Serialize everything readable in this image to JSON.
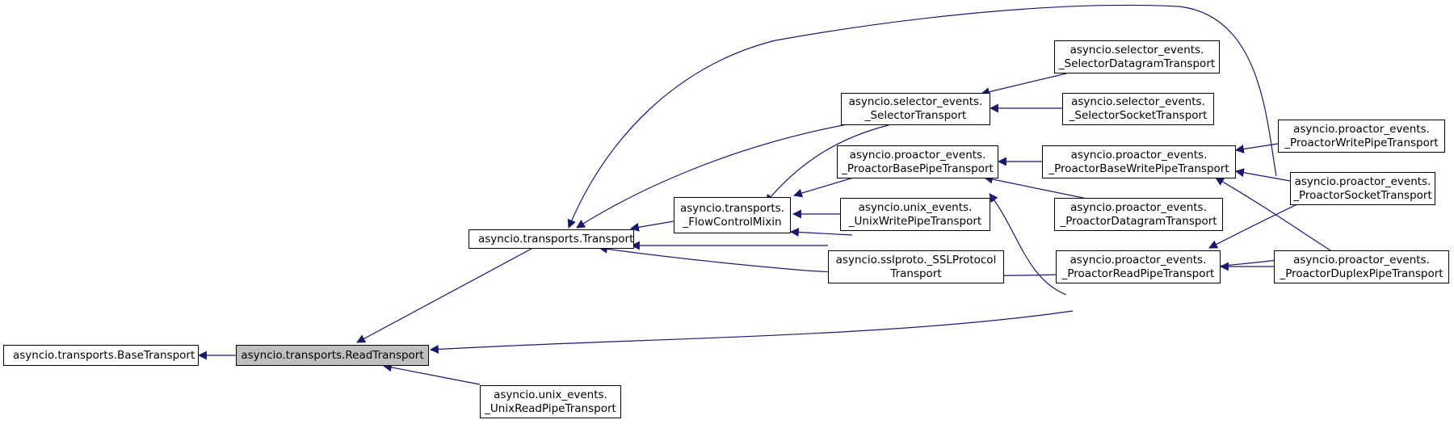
{
  "colors": {
    "edge": "#191970",
    "node_border": "#000000",
    "current_fill": "#bfbfbf"
  },
  "nodes": {
    "base": {
      "lines": [
        "asyncio.transports.BaseTransport"
      ]
    },
    "read": {
      "lines": [
        "asyncio.transports.ReadTransport"
      ]
    },
    "transport": {
      "lines": [
        "asyncio.transports.Transport"
      ]
    },
    "unixread": {
      "lines": [
        "asyncio.unix_events.",
        "_UnixReadPipeTransport"
      ]
    },
    "flow": {
      "lines": [
        "asyncio.transports.",
        "_FlowControlMixin"
      ]
    },
    "selector": {
      "lines": [
        "asyncio.selector_events.",
        "_SelectorTransport"
      ]
    },
    "probase": {
      "lines": [
        "asyncio.proactor_events.",
        "_ProactorBasePipeTransport"
      ]
    },
    "unixwrite": {
      "lines": [
        "asyncio.unix_events.",
        "_UnixWritePipeTransport"
      ]
    },
    "ssl": {
      "lines": [
        "asyncio.sslproto._SSLProtocol",
        "Transport"
      ]
    },
    "seldgram": {
      "lines": [
        "asyncio.selector_events.",
        "_SelectorDatagramTransport"
      ]
    },
    "selsock": {
      "lines": [
        "asyncio.selector_events.",
        "_SelectorSocketTransport"
      ]
    },
    "probasewrite": {
      "lines": [
        "asyncio.proactor_events.",
        "_ProactorBaseWritePipeTransport"
      ]
    },
    "prodgram": {
      "lines": [
        "asyncio.proactor_events.",
        "_ProactorDatagramTransport"
      ]
    },
    "proread": {
      "lines": [
        "asyncio.proactor_events.",
        "_ProactorReadPipeTransport"
      ]
    },
    "prowrite": {
      "lines": [
        "asyncio.proactor_events.",
        "_ProactorWritePipeTransport"
      ]
    },
    "prosock": {
      "lines": [
        "asyncio.proactor_events.",
        "_ProactorSocketTransport"
      ]
    },
    "produplex": {
      "lines": [
        "asyncio.proactor_events.",
        "_ProactorDuplexPipeTransport"
      ]
    }
  }
}
